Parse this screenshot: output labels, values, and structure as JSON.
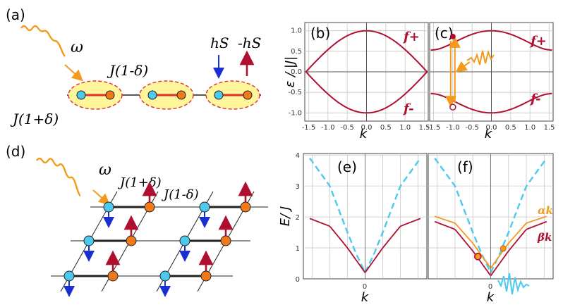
{
  "labels": {
    "a": "(a)",
    "b": "(b)",
    "c": "(c)",
    "d": "(d)",
    "e": "(e)",
    "f": "(f)"
  },
  "panel_a": {
    "omega": "ω",
    "j_weak": "J(1-δ)",
    "j_strong": "J(1+δ)",
    "h_pos": "hS",
    "h_neg": "-hS"
  },
  "panel_d": {
    "omega": "ω",
    "j_strong": "J(1+δ)",
    "j_weak": "J(1-δ)"
  },
  "panel_bc": {
    "ylabel": "ε / |J|",
    "xlabel": "k",
    "f_plus": "f+",
    "f_minus": "f-",
    "xticks": [
      "-1.5",
      "-1.0",
      "-0.5",
      "0.0",
      "0.5",
      "1.0",
      "1.5"
    ],
    "yticks": [
      "1.0",
      "0.5",
      "0.0",
      "-0.5",
      "-1.0"
    ]
  },
  "panel_ef": {
    "ylabel": "E/ J",
    "xlabel": "k",
    "xtick": "0",
    "yticks": [
      "4",
      "3",
      "2",
      "1",
      "0"
    ],
    "alpha": "αk",
    "beta": "βk"
  },
  "colors": {
    "dark_red": "#b01030",
    "orange": "#f39a1e",
    "cyan": "#4cc9ec",
    "blue": "#1a2fd0",
    "yellow_fill": "#fff59a"
  },
  "chart_data": [
    {
      "type": "line",
      "panel": "b",
      "ylabel": "ε / |J|",
      "xlabel": "k",
      "xlim": [
        -1.6,
        1.6
      ],
      "ylim": [
        -1.2,
        1.2
      ],
      "grid": true,
      "series": [
        {
          "name": "f+",
          "x": [
            -1.57,
            -1.0,
            -0.5,
            0.0,
            0.5,
            1.0,
            1.57
          ],
          "y": [
            0.0,
            0.84,
            0.96,
            1.0,
            0.96,
            0.84,
            0.0
          ]
        },
        {
          "name": "f-",
          "x": [
            -1.57,
            -1.0,
            -0.5,
            0.0,
            0.5,
            1.0,
            1.57
          ],
          "y": [
            0.0,
            -0.84,
            -0.96,
            -1.0,
            -0.96,
            -0.84,
            0.0
          ]
        }
      ]
    },
    {
      "type": "line",
      "panel": "c",
      "xlabel": "k",
      "xlim": [
        -1.6,
        1.6
      ],
      "ylim": [
        -1.2,
        1.2
      ],
      "grid": true,
      "series": [
        {
          "name": "f+",
          "x": [
            -1.57,
            -1.0,
            -0.5,
            0.0,
            0.5,
            1.0,
            1.57
          ],
          "y": [
            0.53,
            0.86,
            0.96,
            1.0,
            0.96,
            0.86,
            0.53
          ]
        },
        {
          "name": "f-",
          "x": [
            -1.57,
            -1.0,
            -0.5,
            0.0,
            0.5,
            1.0,
            1.57
          ],
          "y": [
            -0.53,
            -0.86,
            -0.96,
            -1.0,
            -0.96,
            -0.86,
            -0.53
          ]
        }
      ],
      "transition": {
        "k": -1.0,
        "from": 0.86,
        "to": -0.86
      }
    },
    {
      "type": "line",
      "panel": "e",
      "ylabel": "E/ J",
      "xlabel": "k",
      "ylim": [
        0,
        4
      ],
      "grid": true,
      "series": [
        {
          "x": [
            -3.14,
            -2.0,
            -1.0,
            -0.5,
            0.0,
            0.5,
            1.0,
            2.0,
            3.14
          ],
          "y": [
            3.9,
            3.0,
            1.5,
            0.8,
            0.2,
            0.8,
            1.5,
            3.0,
            3.9
          ]
        },
        {
          "x": [
            -3.14,
            -2.0,
            -1.0,
            -0.5,
            0.0,
            0.5,
            1.0,
            2.0,
            3.14
          ],
          "y": [
            1.95,
            1.7,
            1.0,
            0.6,
            0.2,
            0.6,
            1.0,
            1.7,
            1.95
          ]
        }
      ]
    },
    {
      "type": "line",
      "panel": "f",
      "xlabel": "k",
      "ylim": [
        0,
        4
      ],
      "grid": true,
      "series": [
        {
          "x": [
            -3.14,
            -2.0,
            -1.0,
            -0.5,
            0.0,
            0.5,
            1.0,
            2.0,
            3.14
          ],
          "y": [
            3.9,
            3.0,
            1.5,
            0.8,
            0.2,
            0.8,
            1.5,
            3.0,
            3.9
          ]
        },
        {
          "name": "αk",
          "x": [
            -3.14,
            -2.0,
            -1.0,
            -0.5,
            0.0,
            0.5,
            1.0,
            2.0,
            3.14
          ],
          "y": [
            2.02,
            1.8,
            1.15,
            0.75,
            0.35,
            0.75,
            1.15,
            1.8,
            2.02
          ]
        },
        {
          "name": "βk",
          "x": [
            -3.14,
            -2.0,
            -1.0,
            -0.5,
            0.0,
            0.5,
            1.0,
            2.0,
            3.14
          ],
          "y": [
            1.85,
            1.6,
            0.9,
            0.5,
            0.1,
            0.5,
            0.9,
            1.6,
            1.85
          ]
        }
      ]
    }
  ]
}
